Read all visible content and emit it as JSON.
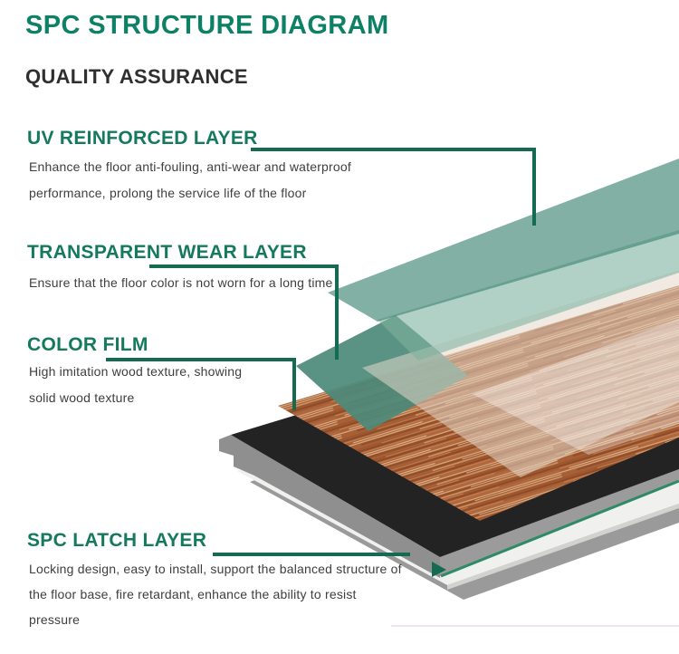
{
  "title": "SPC STRUCTURE DIAGRAM",
  "subtitle": "QUALITY ASSURANCE",
  "palette": {
    "title_green": "#0d8165",
    "heading_green": "#15795c",
    "connector_green": "#156b52",
    "uv_sheet_green": "#3f8573",
    "wear_sheet_green": "#7fb3a0",
    "core_black": "#232323",
    "underlay_white": "#f0f0ee",
    "base_gray": "#9a9a9a",
    "wood_brown": "#a75f36"
  },
  "layers": [
    {
      "name": "uv-reinforced-layer",
      "heading": "UV REINFORCED LAYER",
      "lines": [
        "Enhance the floor anti-fouling, anti-wear and waterproof",
        "performance, prolong the service life of the floor"
      ]
    },
    {
      "name": "transparent-wear-layer",
      "heading": "TRANSPARENT WEAR LAYER",
      "lines": [
        "Ensure that the floor color is not worn for a long time"
      ]
    },
    {
      "name": "color-film",
      "heading": "COLOR FILM",
      "lines": [
        "High imitation wood texture, showing",
        "solid wood texture"
      ]
    },
    {
      "name": "spc-latch-layer",
      "heading": "SPC LATCH LAYER",
      "lines": [
        "Locking design, easy to install, support the balanced structure of",
        "the floor base, fire retardant, enhance the ability to resist",
        "pressure"
      ]
    }
  ]
}
